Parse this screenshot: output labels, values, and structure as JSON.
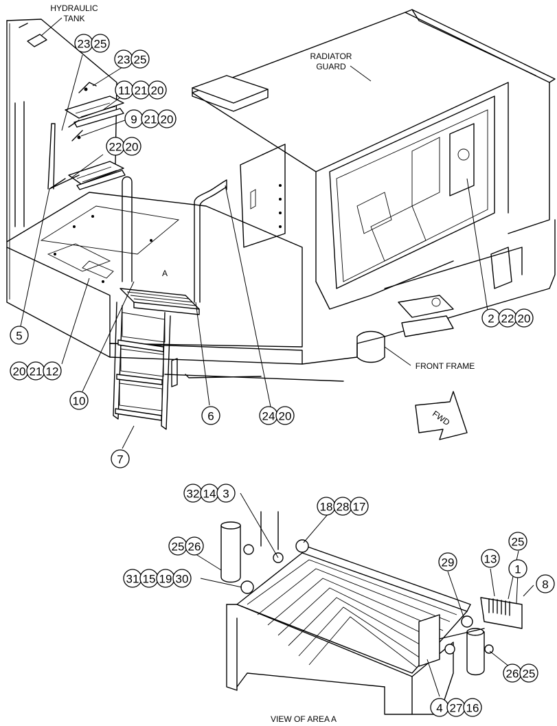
{
  "labels": {
    "hydraulic_tank_1": "HYDRAULIC",
    "hydraulic_tank_2": "TANK",
    "radiator_guard_1": "RADIATOR",
    "radiator_guard_2": "GUARD",
    "front_frame": "FRONT FRAME",
    "area_a": "A",
    "fwd": "FWD",
    "view_caption": "VIEW OF AREA  A"
  },
  "callouts": [
    {
      "id": "c1",
      "numbers": [
        "23",
        "25"
      ]
    },
    {
      "id": "c2",
      "numbers": [
        "23",
        "25"
      ]
    },
    {
      "id": "c3",
      "numbers": [
        "11",
        "21",
        "20"
      ]
    },
    {
      "id": "c4",
      "numbers": [
        "9",
        "21",
        "20"
      ]
    },
    {
      "id": "c5",
      "numbers": [
        "22",
        "20"
      ]
    },
    {
      "id": "c6",
      "numbers": [
        "5"
      ]
    },
    {
      "id": "c7",
      "numbers": [
        "20",
        "21",
        "12"
      ]
    },
    {
      "id": "c8",
      "numbers": [
        "10"
      ]
    },
    {
      "id": "c9",
      "numbers": [
        "6"
      ]
    },
    {
      "id": "c10",
      "numbers": [
        "24",
        "20"
      ]
    },
    {
      "id": "c11",
      "numbers": [
        "7"
      ]
    },
    {
      "id": "c12",
      "numbers": [
        "2",
        "22",
        "20"
      ]
    },
    {
      "id": "c13",
      "numbers": [
        "32",
        "14",
        "3"
      ]
    },
    {
      "id": "c14",
      "numbers": [
        "18",
        "28",
        "17"
      ]
    },
    {
      "id": "c15",
      "numbers": [
        "25",
        "26"
      ]
    },
    {
      "id": "c16",
      "numbers": [
        "31",
        "15",
        "19",
        "30"
      ]
    },
    {
      "id": "c17",
      "numbers": [
        "29"
      ]
    },
    {
      "id": "c18",
      "numbers": [
        "13"
      ]
    },
    {
      "id": "c19",
      "numbers": [
        "25"
      ]
    },
    {
      "id": "c20",
      "numbers": [
        "1"
      ]
    },
    {
      "id": "c21",
      "numbers": [
        "8"
      ]
    },
    {
      "id": "c22",
      "numbers": [
        "26",
        "25"
      ]
    },
    {
      "id": "c23",
      "numbers": [
        "4",
        "27",
        "16"
      ]
    }
  ]
}
